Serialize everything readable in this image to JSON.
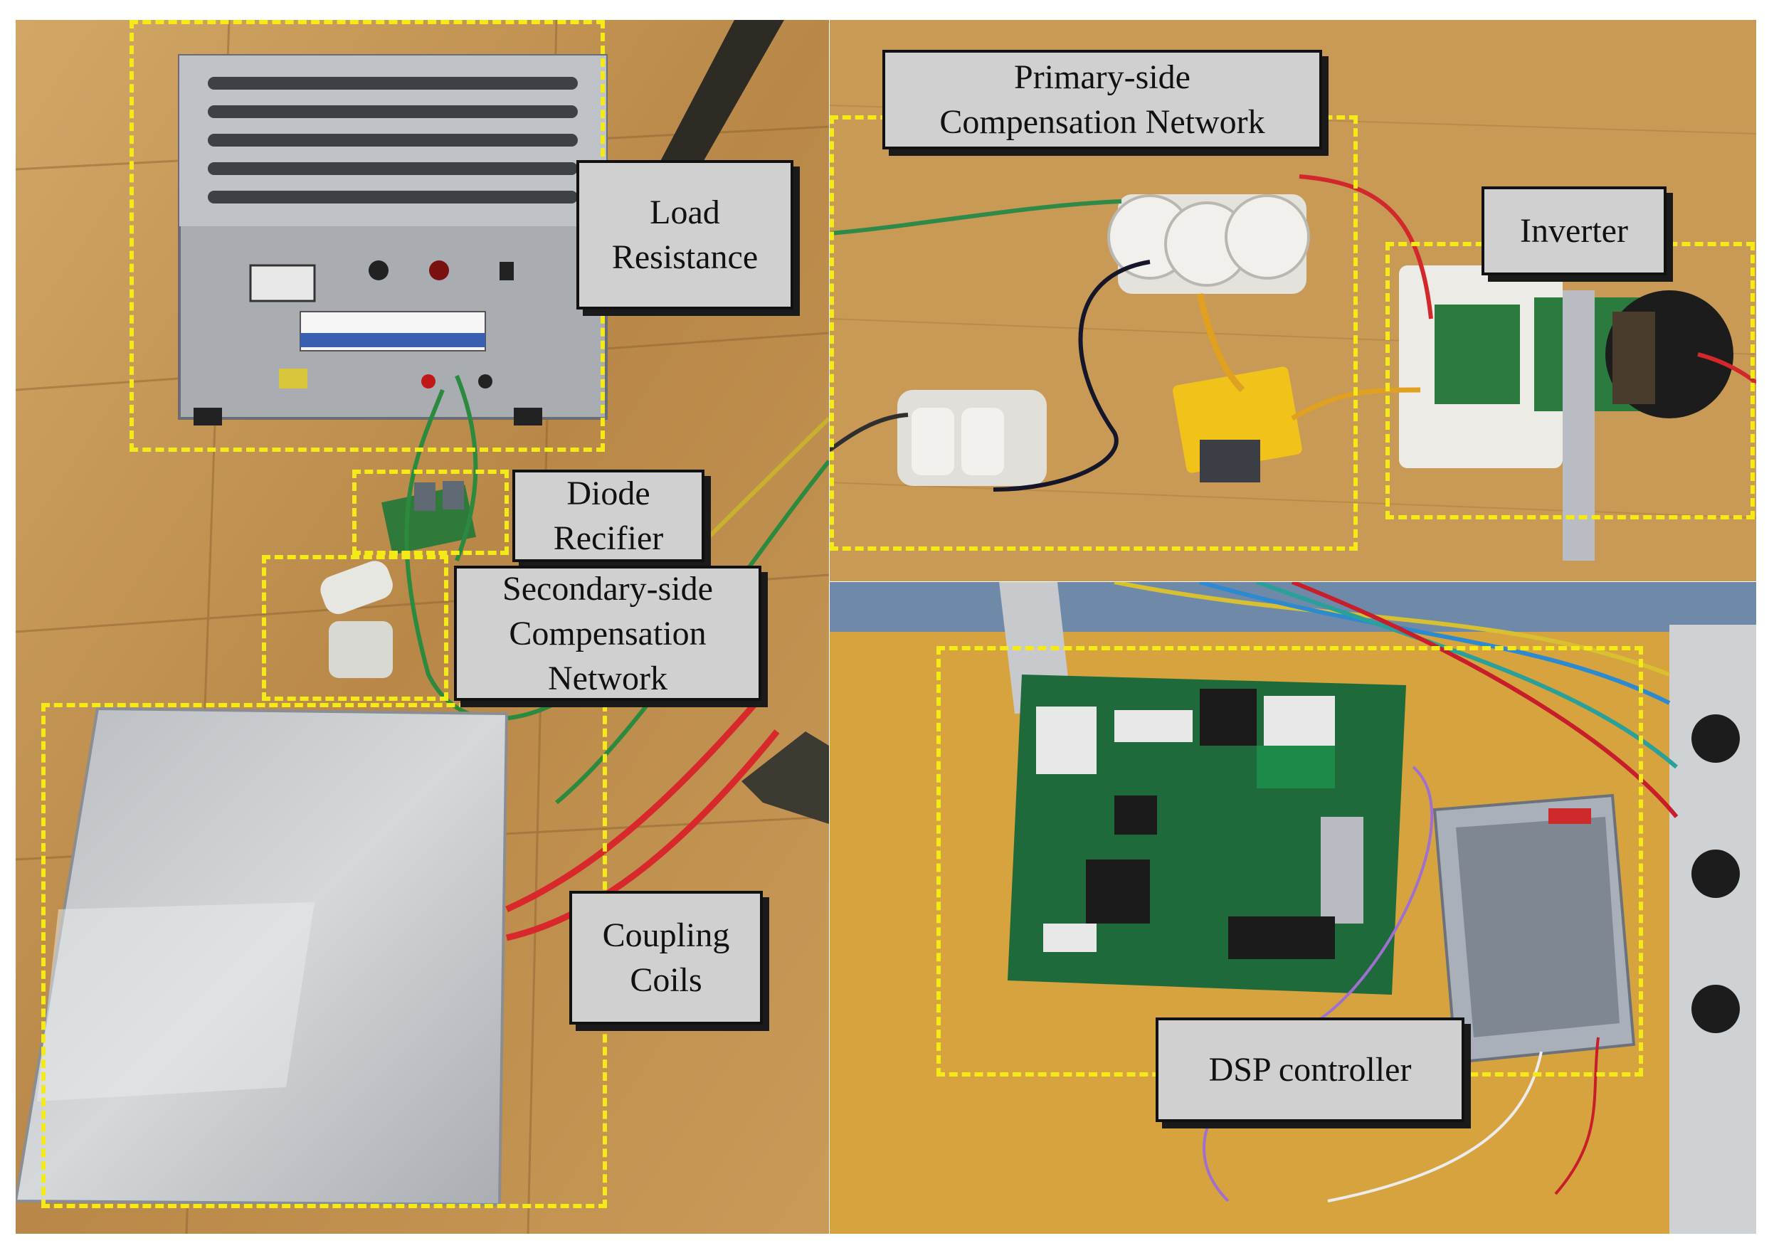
{
  "labels": {
    "load_resistance": "Load\nResistance",
    "diode_rectifier": "Diode\nRecifier",
    "secondary_network": "Secondary-side\nCompensation\nNetwork",
    "coupling_coils": "Coupling\nCoils",
    "primary_network": "Primary-side\nCompensation Network",
    "inverter": "Inverter",
    "dsp_controller": "DSP controller"
  },
  "colors": {
    "highlight_box": "#f4ea18",
    "label_fill": "#d0d0d0",
    "wood_floor": "#c79a5a",
    "desk_top": "#d9a53c"
  }
}
